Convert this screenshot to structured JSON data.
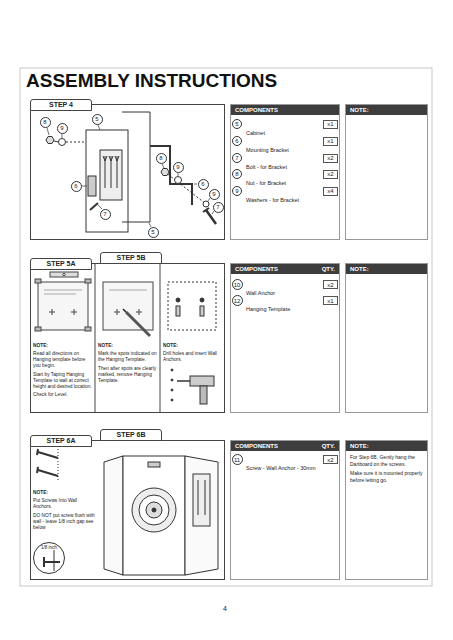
{
  "diagram": {
    "title": "ASSEMBLY INSTRUCTIONS",
    "nodes": [
      {
        "text": [
          "STEP 4"
        ]
      },
      {
        "text": [
          "8"
        ],
        "in": 0
      },
      {
        "text": [
          "9"
        ],
        "in": 0
      },
      {
        "text": [
          "5"
        ],
        "in": 0
      },
      {
        "text": [
          "6"
        ],
        "in": 0
      },
      {
        "text": [
          "7"
        ],
        "in": 0
      },
      {
        "text": [
          "8"
        ],
        "in": 0
      },
      {
        "text": [
          "9"
        ],
        "in": 0
      },
      {
        "text": [
          "6"
        ],
        "in": 0
      },
      {
        "text": [
          "9"
        ],
        "in": 0
      },
      {
        "text": [
          "7"
        ],
        "in": 0
      },
      {
        "text": [
          "5"
        ],
        "in": 0
      },
      {
        "text": [
          "COMPONENTS"
        ]
      },
      {
        "text": [
          "5"
        ],
        "in": 12
      },
      {
        "text": [
          "x1"
        ],
        "in": 12
      },
      {
        "text": [
          "6"
        ],
        "in": 12
      },
      {
        "text": [
          "x1"
        ],
        "in": 12
      },
      {
        "text": [
          "7"
        ],
        "in": 12
      },
      {
        "text": [
          "x2"
        ],
        "in": 12
      },
      {
        "text": [
          "8"
        ],
        "in": 12
      },
      {
        "text": [
          "x2"
        ],
        "in": 12
      },
      {
        "text": [
          "9"
        ],
        "in": 12
      },
      {
        "text": [
          "x4"
        ],
        "in": 12
      },
      {
        "text": [
          "NOTE:"
        ]
      },
      {
        "text": [
          "STEP 5A"
        ]
      },
      {
        "text": [
          "STEP 5B"
        ]
      },
      {
        "text": [
          "NOTE:",
          "Read all directions on Hanging template before you begin.",
          "Start by Taping Hanging Template to wall at correct height and desired location.",
          "Check for Level."
        ],
        "in": 24
      },
      {
        "text": [
          "NOTE:",
          "Mark the spots indicated on the Hanging Template.",
          "Then after spots are clearly marked, remove Hanging Template."
        ],
        "in": 24
      },
      {
        "text": [
          "NOTE:",
          "Drill holes and insert Wall Anchors."
        ],
        "in": 24
      },
      {
        "text": [
          "COMPONENTS",
          "QTY."
        ]
      },
      {
        "text": [
          "10"
        ],
        "in": 29
      },
      {
        "text": [
          "x2"
        ],
        "in": 29
      },
      {
        "text": [
          "12"
        ],
        "in": 29
      },
      {
        "text": [
          "x1"
        ],
        "in": 29
      },
      {
        "text": [
          "NOTE:"
        ]
      },
      {
        "text": [
          "STEP 6A"
        ]
      },
      {
        "text": [
          "STEP 6B"
        ]
      },
      {
        "text": [
          "NOTE:",
          "Put Screws Into Wall Anchors.",
          "DO NOT put screw flush with wall - leave 1/8 inch gap see below"
        ],
        "in": 35
      },
      {
        "text": [
          "1/8 inch"
        ],
        "in": 37
      },
      {
        "text": [
          "COMPONENTS",
          "QTY."
        ]
      },
      {
        "text": [
          "11"
        ],
        "in": 39
      },
      {
        "text": [
          "x2"
        ],
        "in": 39
      },
      {
        "text": [
          "NOTE:",
          "For Step 6B, Gently hang the Dartboard on the screws.",
          "Make sure it is mounted properly before letting go."
        ]
      }
    ],
    "labels": [
      "Cabinet",
      "Mounting Bracket",
      "Bolt - for Bracket",
      "Nut - for Bracket",
      "Washers - for Bracket",
      "Wall Anchor",
      "Hanging Template",
      "Screw - Wall Anchor - 30mm",
      "4"
    ]
  }
}
